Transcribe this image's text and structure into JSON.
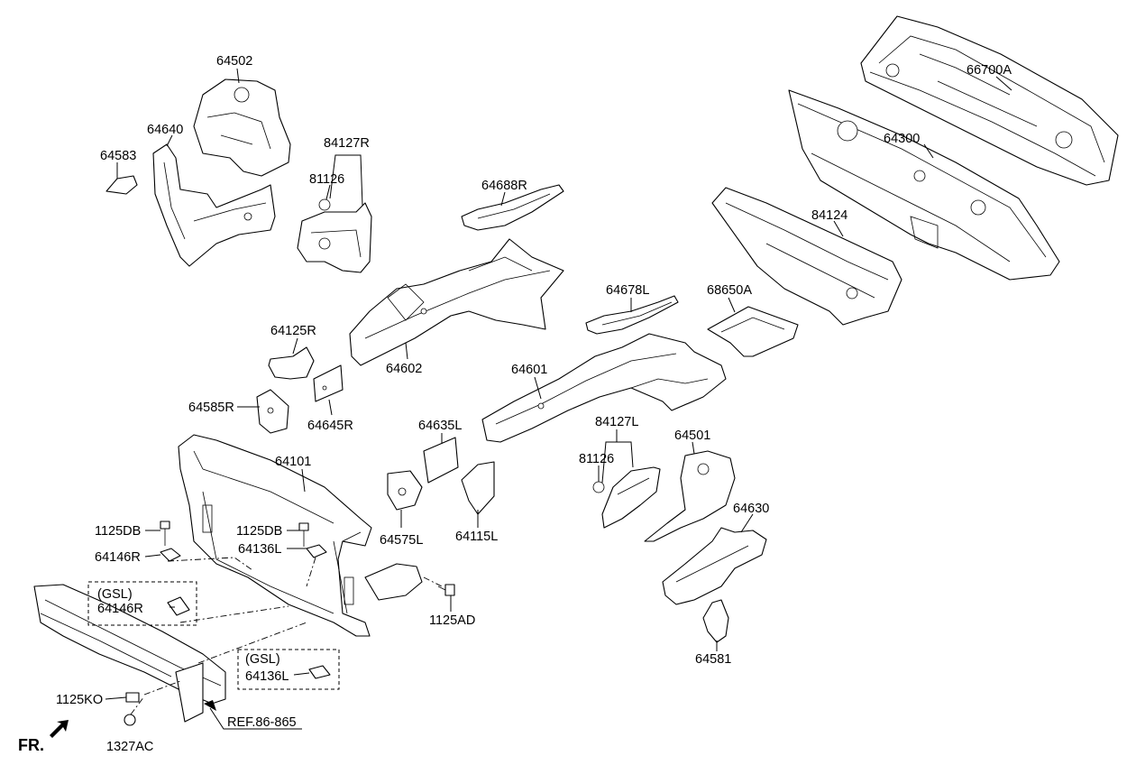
{
  "labels": {
    "p64502": "64502",
    "p64640": "64640",
    "p64583": "64583",
    "p84127R": "84127R",
    "p81126a": "81126",
    "p64688R": "64688R",
    "p66700A": "66700A",
    "p64300": "64300",
    "p84124": "84124",
    "p64678L": "64678L",
    "p68650A": "68650A",
    "p64125R": "64125R",
    "p64602": "64602",
    "p64585R": "64585R",
    "p64645R": "64645R",
    "p64601": "64601",
    "p64635L": "64635L",
    "p84127L": "84127L",
    "p81126b": "81126",
    "p64501": "64501",
    "p64101": "64101",
    "p1125DBa": "1125DB",
    "p1125DBb": "1125DB",
    "p64146Ra": "64146R",
    "p64136La": "64136L",
    "p64575L": "64575L",
    "p64115L": "64115L",
    "p64630": "64630",
    "gsl1": "(GSL)",
    "p64146Rb": "64146R",
    "p1125AD": "1125AD",
    "gsl2": "(GSL)",
    "p64136Lb": "64136L",
    "p64581": "64581",
    "p1125KO": "1125KO",
    "ref": "REF.86-865",
    "p1327AC": "1327AC",
    "fr": "FR."
  }
}
